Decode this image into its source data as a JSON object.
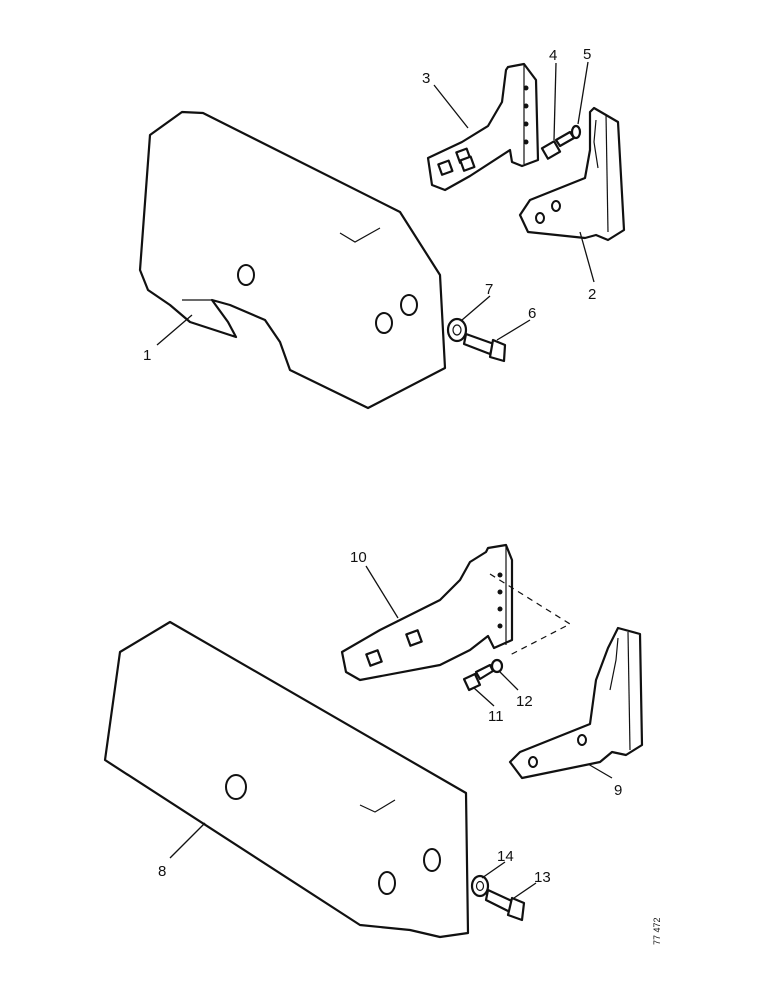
{
  "diagram": {
    "figure_ref": "77 472",
    "callouts": [
      "1",
      "2",
      "3",
      "4",
      "5",
      "6",
      "7",
      "8",
      "9",
      "10",
      "11",
      "12",
      "13",
      "14"
    ]
  }
}
